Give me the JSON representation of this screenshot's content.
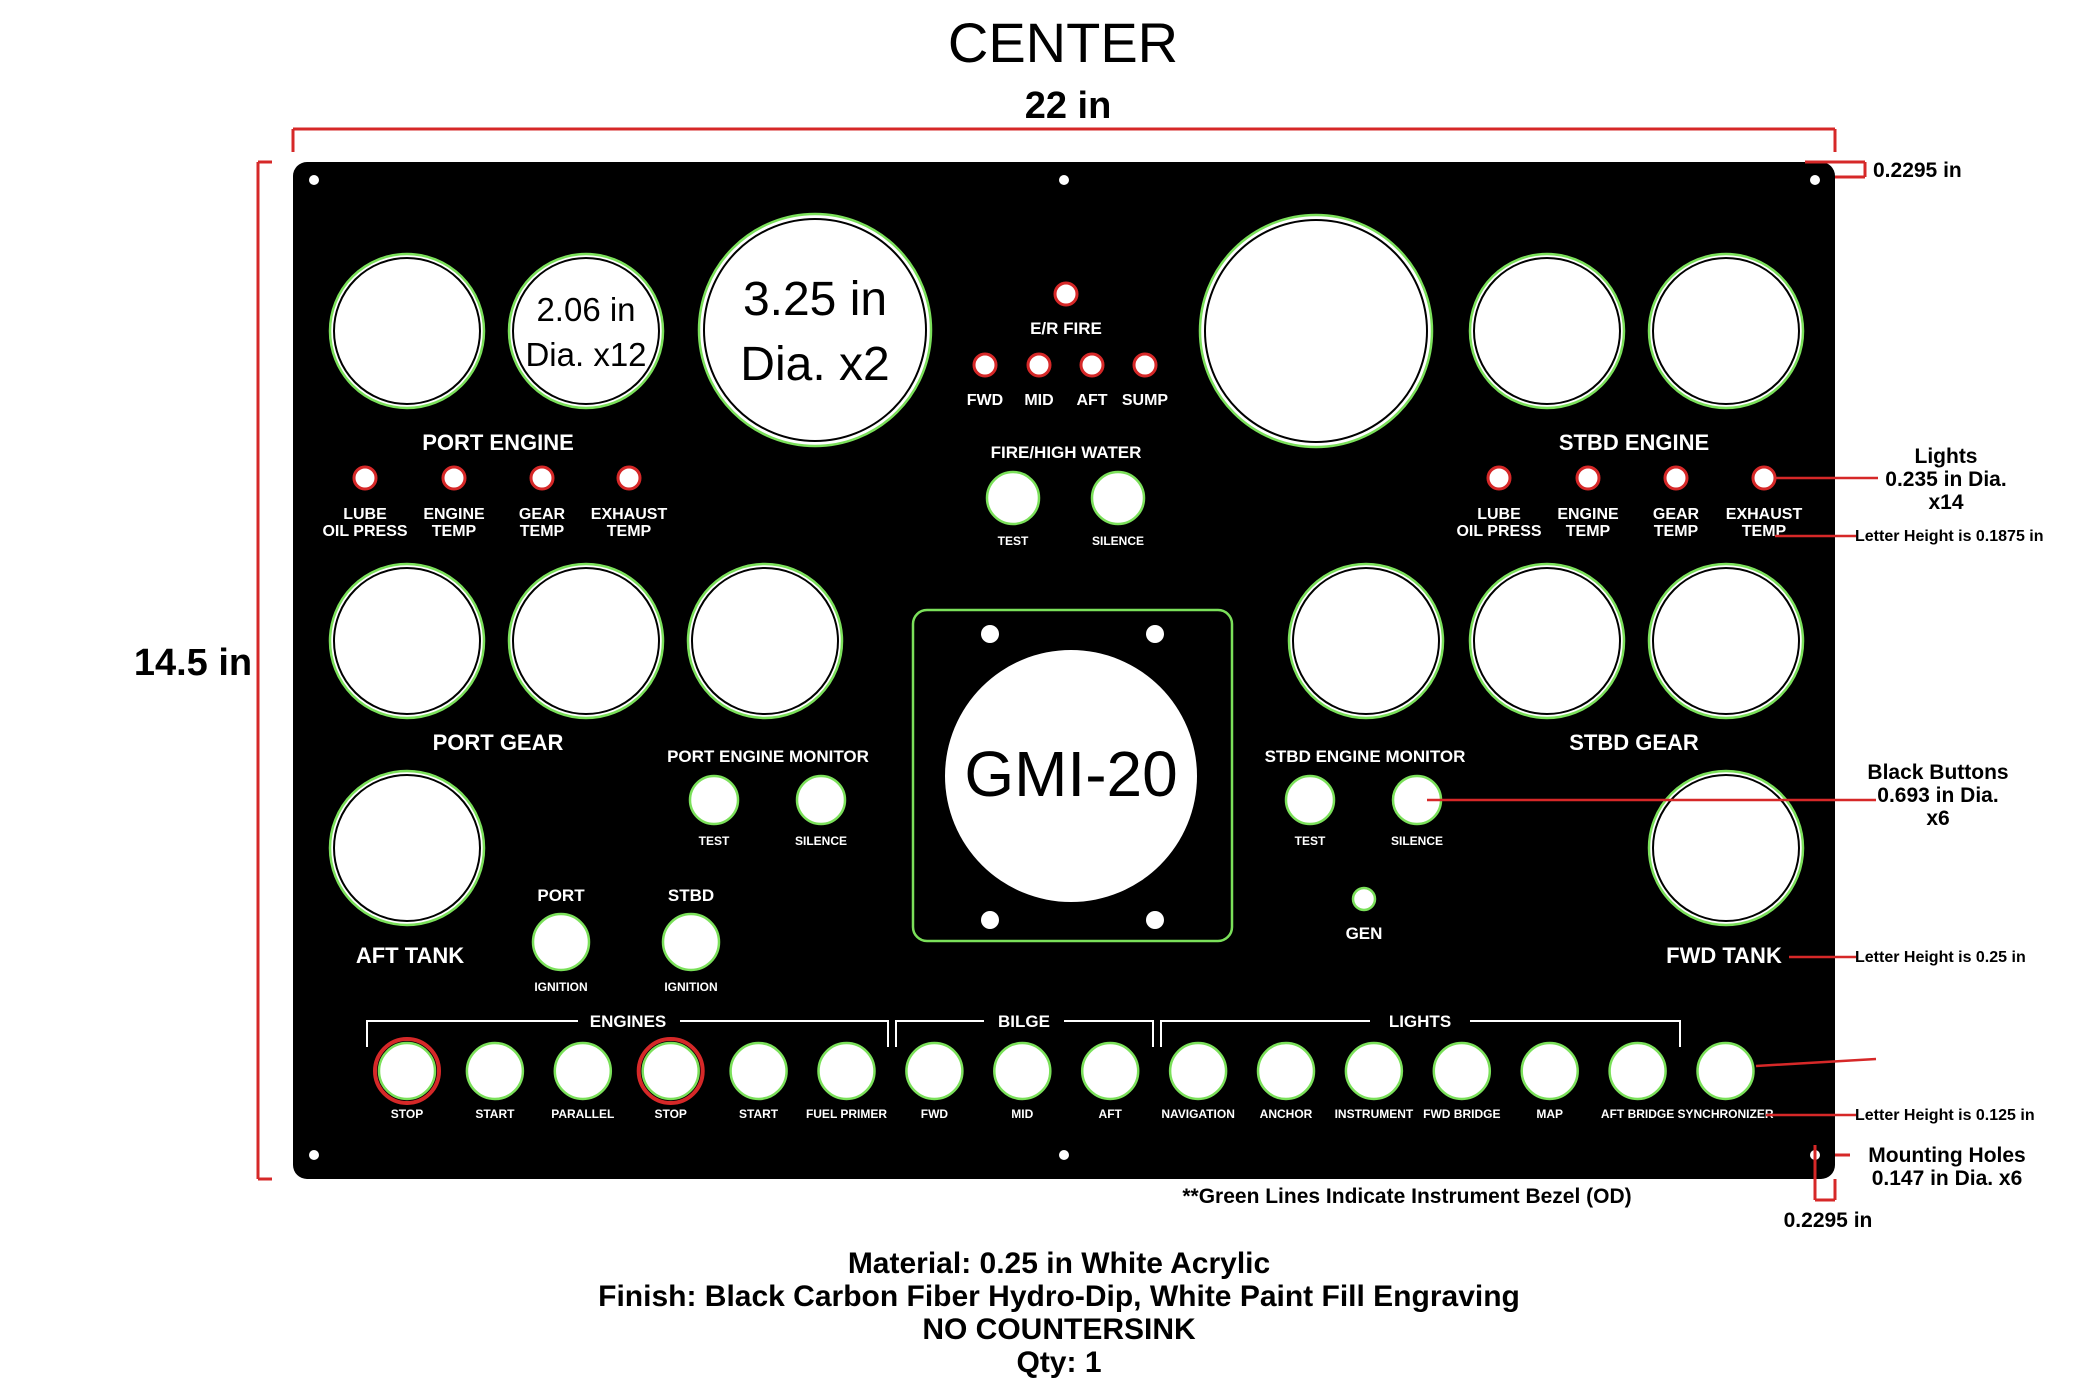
{
  "title": "CENTER",
  "dimensions": {
    "width": "22 in",
    "height": "14.5 in",
    "edge_offset_top": "0.2295 in",
    "edge_offset_bottom": "0.2295 in"
  },
  "callouts": {
    "lights_line1": "Lights",
    "lights_line2": "0.235 in Dia.",
    "lights_line3": "x14",
    "letter_height_large": "Letter Height is 0.1875 in",
    "black_buttons_line1": "Black Buttons",
    "black_buttons_line2": "0.693 in Dia.",
    "black_buttons_line3": "x6",
    "letter_height_tank": "Letter Height is 0.25 in",
    "letter_height_small": "Letter Height is 0.125 in",
    "mounting_holes_line1": "Mounting Holes",
    "mounting_holes_line2": "0.147 in Dia. x6"
  },
  "gauge_labels": {
    "small_line1": "2.06 in",
    "small_line2": "Dia. x12",
    "large_line1": "3.25 in",
    "large_line2": "Dia. x2"
  },
  "panel": {
    "port_engine": "PORT ENGINE",
    "stbd_engine": "STBD ENGINE",
    "port_gear": "PORT GEAR",
    "stbd_gear": "STBD GEAR",
    "aft_tank": "AFT TANK",
    "fwd_tank": "FWD TANK",
    "er_fire": "E/R FIRE",
    "fire_zones": [
      "FWD",
      "MID",
      "AFT",
      "SUMP"
    ],
    "engine_lights": [
      {
        "line1": "LUBE",
        "line2": "OIL PRESS"
      },
      {
        "line1": "ENGINE",
        "line2": "TEMP"
      },
      {
        "line1": "GEAR",
        "line2": "TEMP"
      },
      {
        "line1": "EXHAUST",
        "line2": "TEMP"
      }
    ],
    "fire_high_water": "FIRE/HIGH WATER",
    "test": "TEST",
    "silence": "SILENCE",
    "port_engine_monitor": "PORT ENGINE MONITOR",
    "stbd_engine_monitor": "STBD ENGINE MONITOR",
    "gmi": "GMI-20",
    "gen": "GEN",
    "port": "PORT",
    "stbd": "STBD",
    "ignition": "IGNITION",
    "engines_group": "ENGINES",
    "bilge_group": "BILGE",
    "lights_group": "LIGHTS",
    "bottom_buttons": [
      "STOP",
      "START",
      "PARALLEL",
      "STOP",
      "START",
      "FUEL PRIMER",
      "FWD",
      "MID",
      "AFT",
      "NAVIGATION",
      "ANCHOR",
      "INSTRUMENT",
      "FWD BRIDGE",
      "MAP",
      "AFT BRIDGE",
      "SYNCHRONIZER"
    ]
  },
  "notes": {
    "bezel_note": "**Green Lines Indicate Instrument Bezel (OD)",
    "material": "Material: 0.25 in White Acrylic",
    "finish": "Finish: Black Carbon Fiber Hydro-Dip, White Paint Fill Engraving",
    "countersink": "NO COUNTERSINK",
    "qty": "Qty: 1"
  },
  "colors": {
    "panel": "#000000",
    "bezel": "#7be05a",
    "dimension_line": "#d62828",
    "light_ring": "#d62828",
    "text_on_panel": "#ffffff",
    "text_on_page": "#000000"
  }
}
